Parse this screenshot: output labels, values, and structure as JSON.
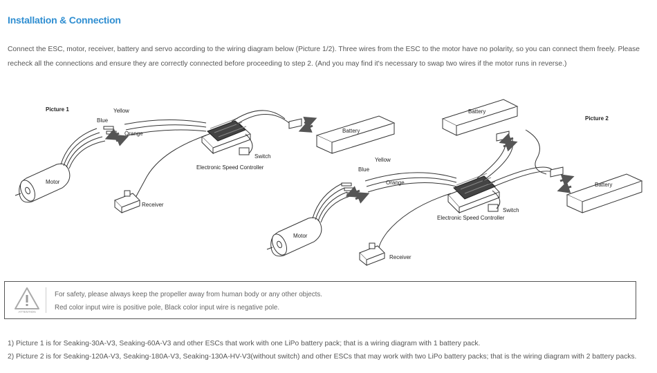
{
  "header": {
    "title": "Installation & Connection"
  },
  "intro": {
    "line1": "Connect the ESC, motor, receiver, battery and servo according to the wiring diagram below (Picture 1/2). Three wires from the ESC to the motor have no polarity, so you can connect them freely. Please",
    "line2": "recheck all the connections and ensure they are correctly connected before proceeding to step 2. (And you may find it's necessary to swap two wires if the motor runs in reverse.)"
  },
  "picture1": {
    "title": "Picture 1",
    "labels": {
      "yellow": "Yellow",
      "blue": "Blue",
      "orange": "Orange",
      "motor": "Motor",
      "receiver": "Receiver",
      "esc": "Electronic Speed Controller",
      "switch": "Switch",
      "battery": "Battery"
    }
  },
  "picture2": {
    "title": "Picture 2",
    "labels": {
      "yellow": "Yellow",
      "blue": "Blue",
      "orange": "Orange",
      "motor": "Motor",
      "receiver": "Receiver",
      "esc": "Electronic Speed Controller",
      "switch": "Switch",
      "battery_top": "Battery",
      "battery_right": "Battery"
    }
  },
  "warning": {
    "icon": "warning-triangle-icon",
    "icon_caption": "ATTENTION",
    "line1": "For safety, please always keep the propeller away from human body or any other objects.",
    "line2": "Red color input wire is positive pole, Black color input wire is negative pole."
  },
  "notes": {
    "note1": "1) Picture 1 is for Seaking-30A-V3, Seaking-60A-V3 and other ESCs that work with one LiPo battery pack; that is a wiring diagram with 1 battery pack.",
    "note2": "2) Picture 2 is for Seaking-120A-V3, Seaking-180A-V3, Seaking-130A-HV-V3(without switch) and other ESCs that may work with two LiPo battery packs; that is the wiring diagram with 2 battery packs."
  },
  "colors": {
    "title": "#2f8ed1",
    "text": "#555555",
    "line": "#333333"
  }
}
